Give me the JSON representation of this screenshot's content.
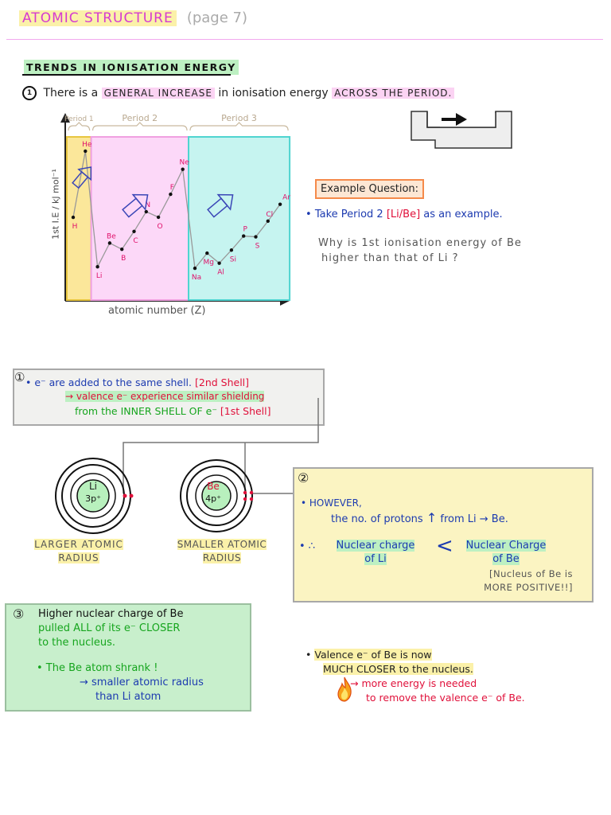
{
  "header": {
    "title": "ATOMIC STRUCTURE",
    "page": "(page 7)"
  },
  "section_title": "TRENDS IN IONISATION ENERGY",
  "point1": {
    "num_icon": "circled-1-icon",
    "parts": [
      "There is a",
      "GENERAL INCREASE",
      "in ionisation energy",
      "ACROSS THE PERIOD."
    ]
  },
  "chart_data": {
    "type": "line",
    "ylabel": "1st I.E / kJ mol⁻¹",
    "xlabel": "atomic number (Z)",
    "periods": [
      {
        "label": "Period 1",
        "color": "#fbe79a",
        "border": "#e8c640"
      },
      {
        "label": "Period 2",
        "color": "#fcd8f8",
        "border": "#f0a0e0"
      },
      {
        "label": "Period 3",
        "color": "#c6f4f0",
        "border": "#4fd4d0"
      }
    ],
    "elements": [
      "H",
      "He",
      "Li",
      "Be",
      "B",
      "C",
      "N",
      "O",
      "F",
      "Ne",
      "Na",
      "Mg",
      "Al",
      "Si",
      "P",
      "S",
      "Cl",
      "Ar"
    ],
    "values": [
      1312,
      2372,
      520,
      900,
      801,
      1086,
      1402,
      1314,
      1681,
      2081,
      496,
      738,
      578,
      787,
      1012,
      1000,
      1251,
      1521
    ],
    "ylim": [
      0,
      2600
    ]
  },
  "example": {
    "title": "Example Question:",
    "bullet_parts": [
      "Take Period 2",
      "[Li/Be]",
      "as an example."
    ],
    "question": [
      "Why is 1st ionisation energy of Be",
      "higher than that of Li ?"
    ]
  },
  "box1": {
    "num": "①",
    "line1": [
      "•",
      "e⁻ are added to the same shell.",
      "[2nd Shell]"
    ],
    "line2": [
      "→ valence e⁻ experience similar shielding"
    ],
    "line3": [
      "from the",
      "INNER SHELL OF e⁻",
      "[1st Shell]"
    ]
  },
  "atoms": [
    {
      "symbol": "Li",
      "nucleus": "3p⁺",
      "caption": [
        "LARGER ATOMIC",
        "RADIUS"
      ]
    },
    {
      "symbol": "Be",
      "nucleus": "4p⁺",
      "caption": [
        "SMALLER ATOMIC",
        "RADIUS"
      ]
    }
  ],
  "box2": {
    "num": "②",
    "line1": "• HOWEVER,",
    "line2_parts": [
      "the no. of protons",
      "↑",
      "from Li → Be."
    ],
    "left_parts": [
      "• ∴",
      "Nuclear charge",
      "of Li"
    ],
    "lt": "<",
    "right_parts": [
      "Nuclear Charge",
      "of Be"
    ],
    "note": [
      "[Nucleus of Be is",
      "MORE POSITIVE!!]"
    ]
  },
  "box3": {
    "num": "③",
    "line1": "Higher nuclear charge of Be",
    "line2": "pulled ALL of its e⁻ CLOSER",
    "line3": "to the nucleus.",
    "line4": "• The Be atom shrank !",
    "line5": "→ smaller atomic radius",
    "line6": "than Li atom"
  },
  "conclusion": {
    "line1": [
      "•",
      "Valence e⁻ of Be is now"
    ],
    "line2": "MUCH CLOSER to the nucleus.",
    "line3": "→ more energy is needed",
    "line4": "to remove the valence e⁻ of Be.",
    "icon": "fire-icon"
  }
}
